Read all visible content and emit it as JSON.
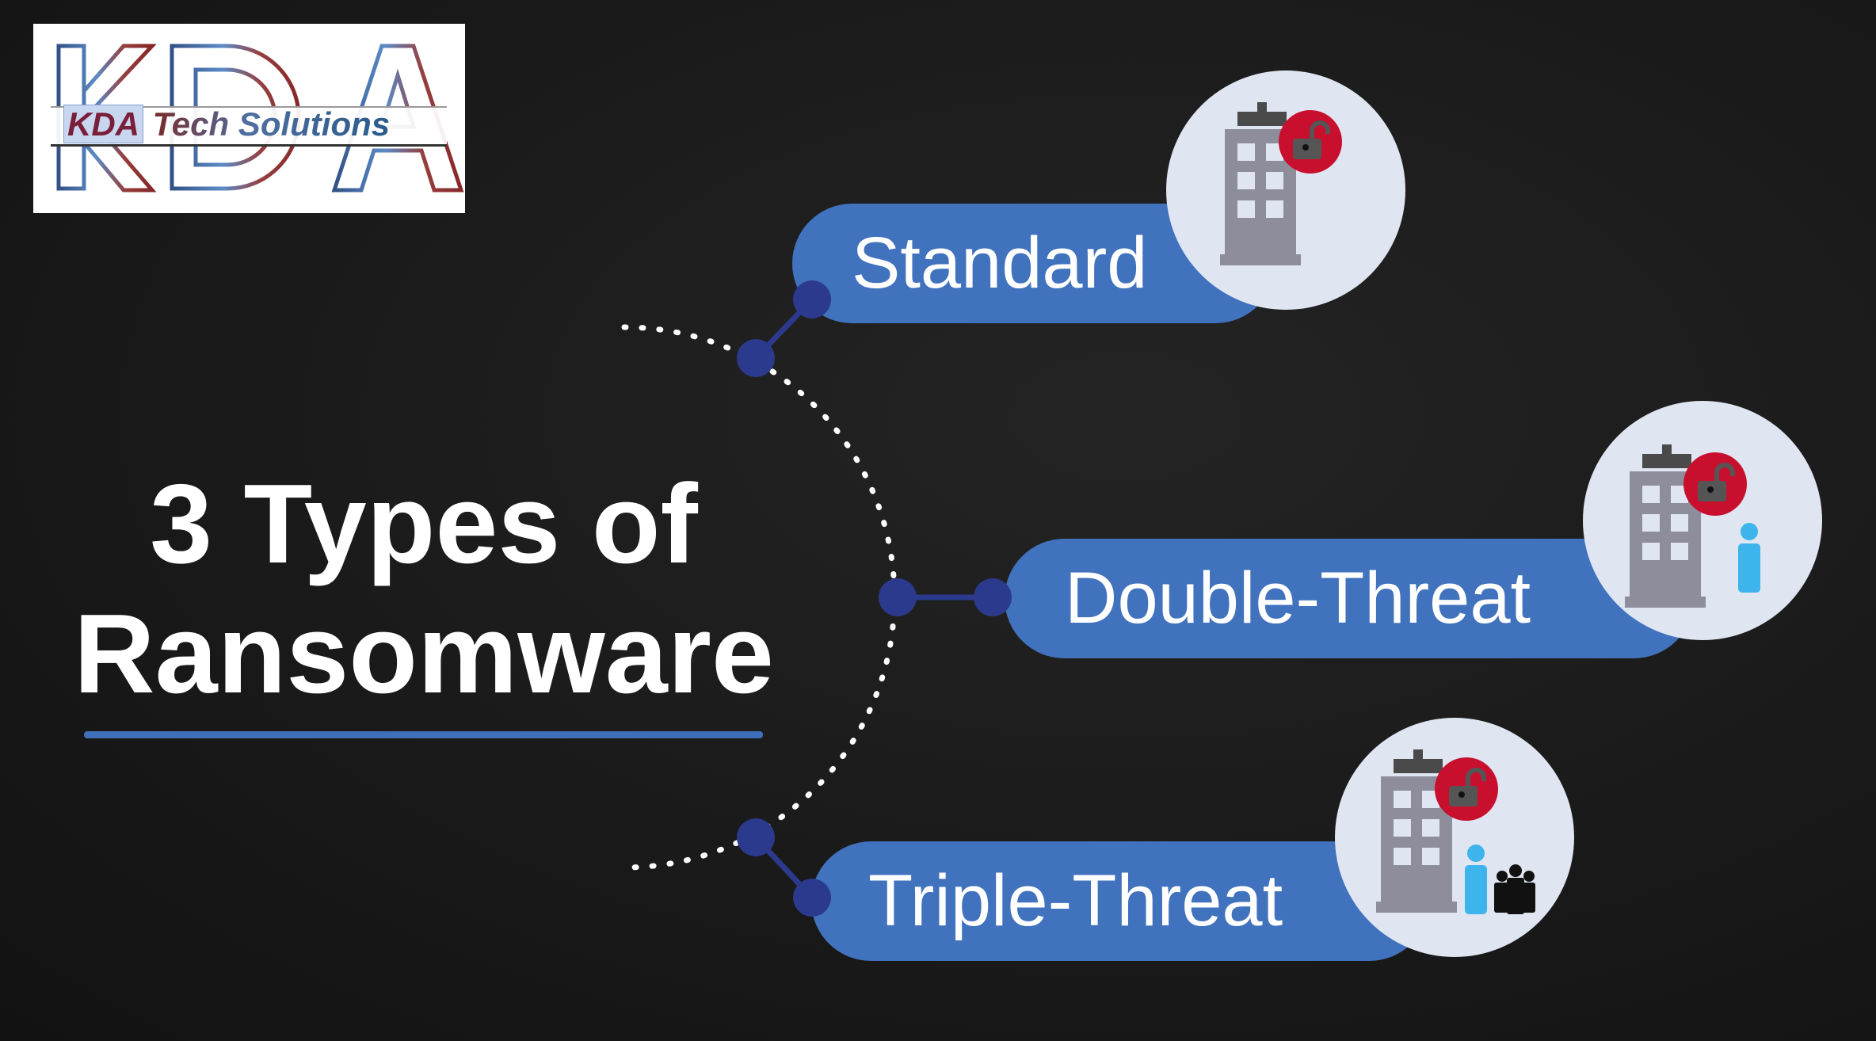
{
  "logo": {
    "letters": "KDA",
    "prefix": "KDA",
    "tagline": "Tech Solutions"
  },
  "title": {
    "line1": "3 Types of",
    "line2": "Ransomware"
  },
  "types": [
    {
      "label": "Standard",
      "icon": "building-unlocked-icon"
    },
    {
      "label": "Double-Threat",
      "icon": "building-unlocked-person-icon"
    },
    {
      "label": "Triple-Threat",
      "icon": "building-unlocked-person-group-icon"
    }
  ],
  "colors": {
    "pill": "#4172bd",
    "connector": "#2b3a8c",
    "lock": "#c8102e",
    "person": "#3db4ec"
  }
}
